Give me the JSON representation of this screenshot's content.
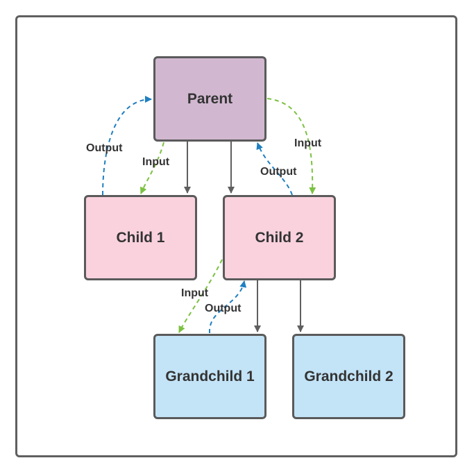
{
  "colors": {
    "parent_fill": "#d1b8d0",
    "child_fill": "#f9d2de",
    "grandchild_fill": "#c3e3f6",
    "border": "#5a5a5a",
    "input_arrow": "#7bc142",
    "output_arrow": "#1f7fc1",
    "hierarchy_arrow": "#5f5f5f"
  },
  "nodes": {
    "parent": "Parent",
    "child1": "Child 1",
    "child2": "Child 2",
    "grandchild1": "Grandchild 1",
    "grandchild2": "Grandchild 2"
  },
  "labels": {
    "parent_child1_output": "Output",
    "parent_child1_input": "Input",
    "parent_child2_input": "Input",
    "parent_child2_output": "Output",
    "child2_grandchild1_input": "Input",
    "child2_grandchild1_output": "Output"
  }
}
